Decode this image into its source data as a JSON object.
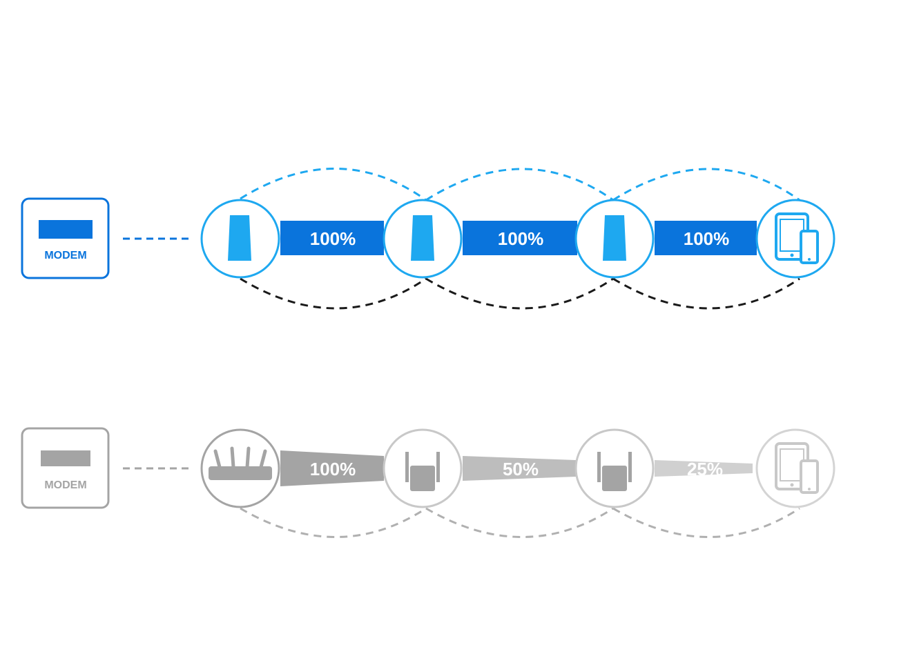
{
  "colors": {
    "mesh_blue": "#0a74dc",
    "mesh_light_blue": "#1ea8f0",
    "dashed_dark": "#1a1a1a",
    "extender_gray": "#a4a4a4",
    "extender_light_gray": "#c8c8c8"
  },
  "mesh_row": {
    "modem_label": "MODEM",
    "links": [
      {
        "label": "100%",
        "value": 100
      },
      {
        "label": "100%",
        "value": 100
      },
      {
        "label": "100%",
        "value": 100
      }
    ],
    "nodes": [
      "mesh-unit-icon",
      "mesh-unit-icon",
      "mesh-unit-icon",
      "tablet-phone-icon"
    ]
  },
  "extender_row": {
    "modem_label": "MODEM",
    "links": [
      {
        "label": "100%",
        "value": 100
      },
      {
        "label": "50%",
        "value": 50
      },
      {
        "label": "25%",
        "value": 25
      }
    ],
    "nodes": [
      "router-icon",
      "range-extender-icon",
      "range-extender-icon",
      "tablet-phone-icon"
    ]
  }
}
